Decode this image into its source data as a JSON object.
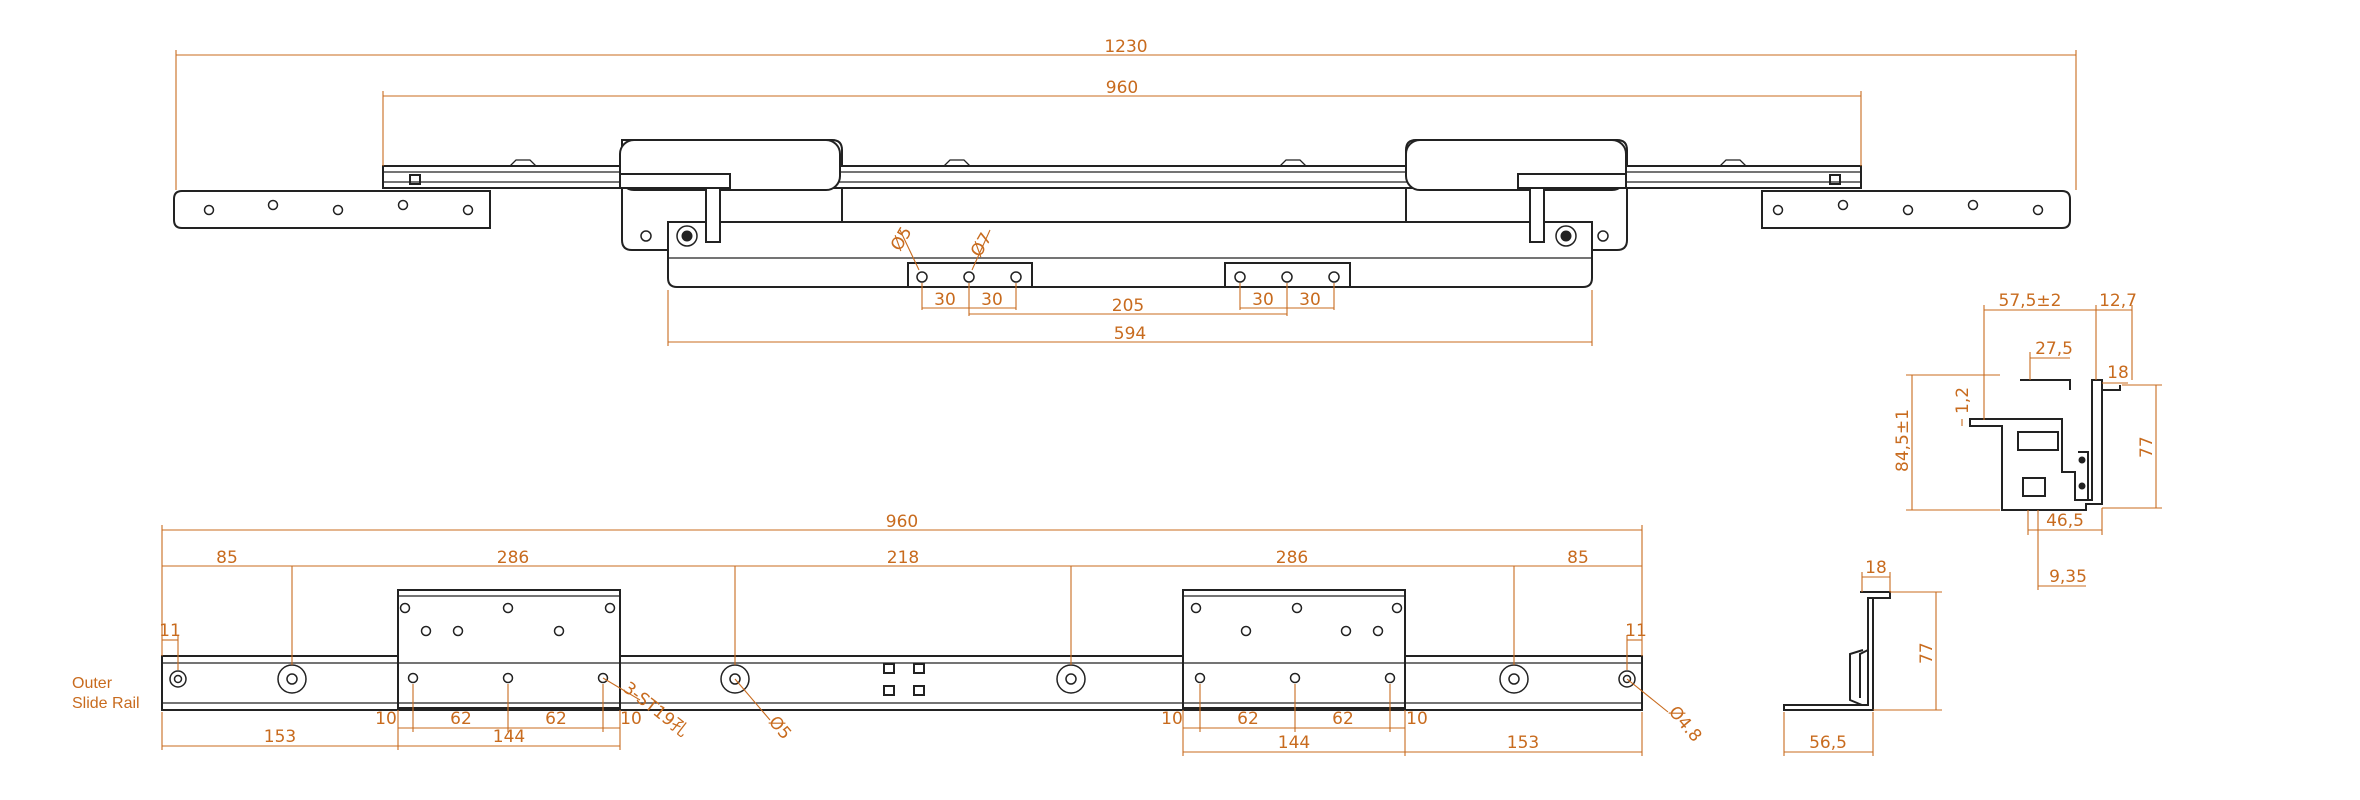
{
  "colors": {
    "dimension": "#c86b1e",
    "outline": "#222222",
    "background": "#ffffff"
  },
  "top_view": {
    "dims": {
      "overall": "1230",
      "rail": "960",
      "hole_a": "Ø5",
      "hole_b": "Ø7",
      "p1": "30",
      "p2": "30",
      "center": "205",
      "p3": "30",
      "p4": "30",
      "bracket": "594"
    }
  },
  "side_view": {
    "dims": {
      "top": "57,5±2",
      "flange": "12,7",
      "inner": "27,5",
      "lip": "18",
      "thick": "1,2",
      "height": "84,5±1",
      "right_h": "77",
      "bottom": "46,5",
      "offset": "9,35"
    }
  },
  "rail_view": {
    "label_line1": "Outer",
    "label_line2": "Slide Rail",
    "dims": {
      "total": "960",
      "s85a": "85",
      "s286a": "286",
      "s218": "218",
      "s286b": "286",
      "s85b": "85",
      "e11a": "11",
      "e11b": "11",
      "b10a": "10",
      "b62a": "62",
      "b62b": "62",
      "b10b": "10",
      "b10c": "10",
      "b62c": "62",
      "b62d": "62",
      "b10d": "10",
      "s153a": "153",
      "s144a": "144",
      "s144b": "144",
      "s153b": "153",
      "hole_d5": "Ø5",
      "hole_d48": "Ø4.8",
      "hole_note": "3-ST19孔"
    }
  },
  "profile_view": {
    "dims": {
      "lip": "18",
      "height": "77",
      "width": "56,5"
    }
  }
}
